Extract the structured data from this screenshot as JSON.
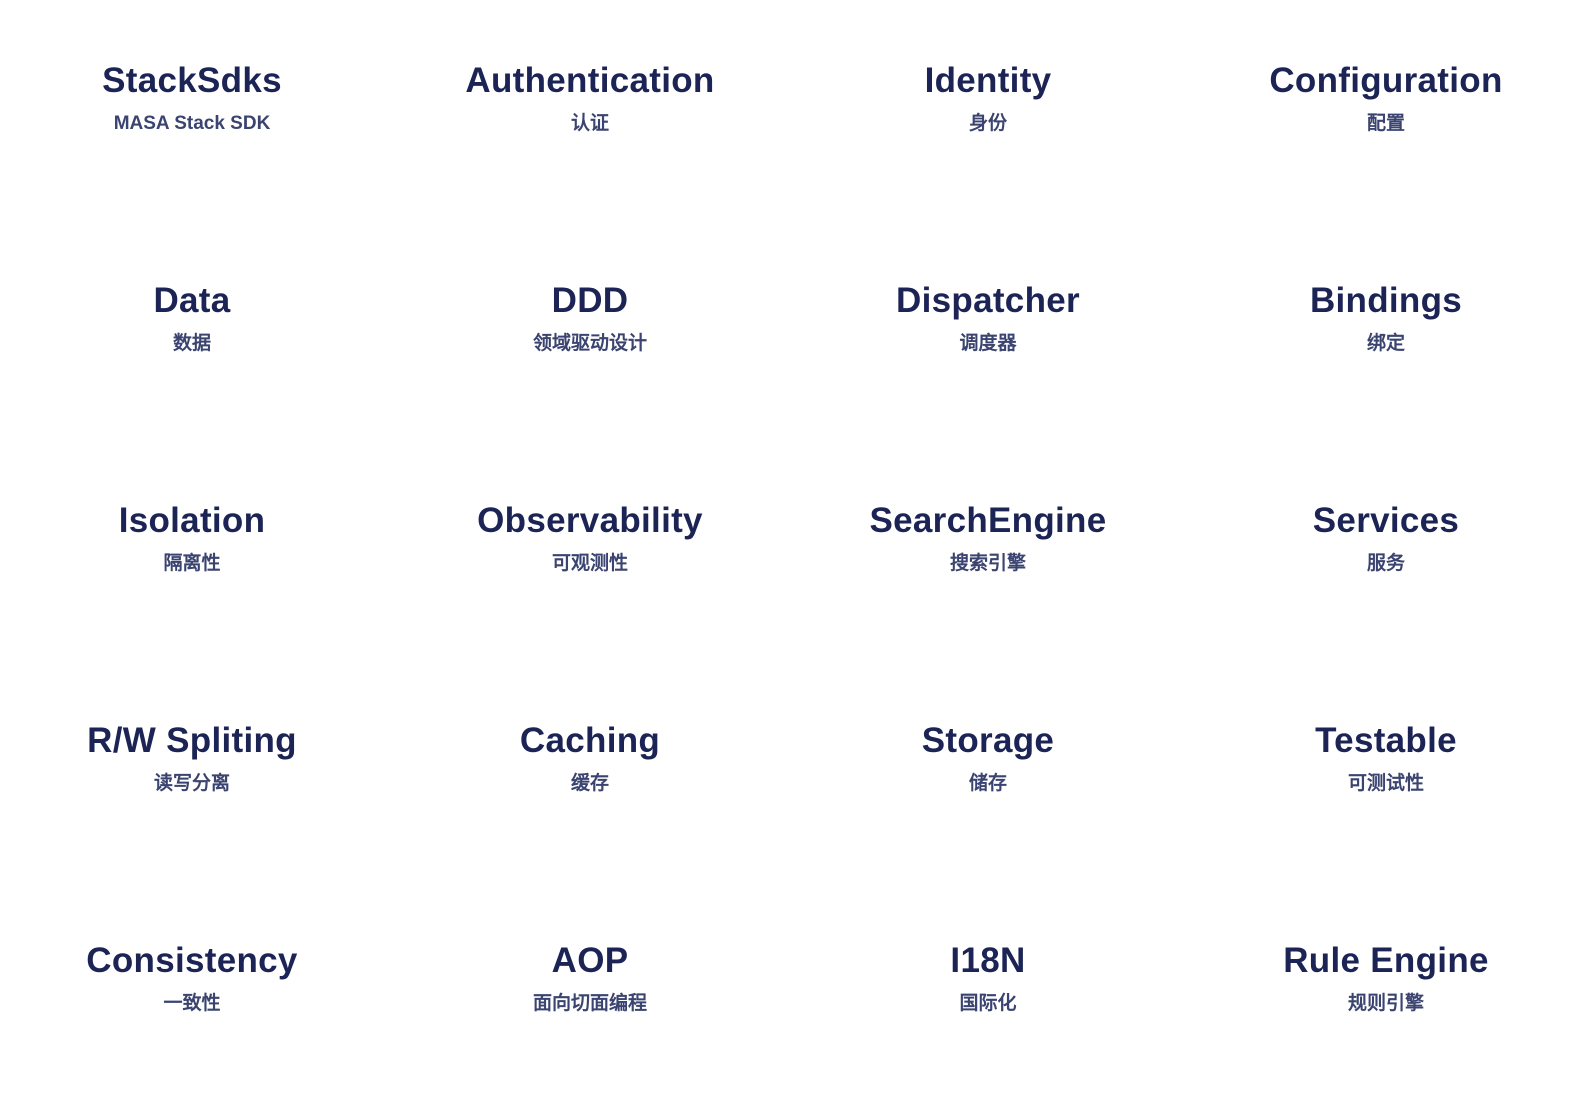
{
  "modules": [
    {
      "title": "StackSdks",
      "subtitle": "MASA Stack SDK"
    },
    {
      "title": "Authentication",
      "subtitle": "认证"
    },
    {
      "title": "Identity",
      "subtitle": "身份"
    },
    {
      "title": "Configuration",
      "subtitle": "配置"
    },
    {
      "title": "Data",
      "subtitle": "数据"
    },
    {
      "title": "DDD",
      "subtitle": "领域驱动设计"
    },
    {
      "title": "Dispatcher",
      "subtitle": "调度器"
    },
    {
      "title": "Bindings",
      "subtitle": "绑定"
    },
    {
      "title": "Isolation",
      "subtitle": "隔离性"
    },
    {
      "title": "Observability",
      "subtitle": "可观测性"
    },
    {
      "title": "SearchEngine",
      "subtitle": "搜索引擎"
    },
    {
      "title": "Services",
      "subtitle": "服务"
    },
    {
      "title": "R/W Spliting",
      "subtitle": "读写分离"
    },
    {
      "title": "Caching",
      "subtitle": "缓存"
    },
    {
      "title": "Storage",
      "subtitle": "储存"
    },
    {
      "title": "Testable",
      "subtitle": "可测试性"
    },
    {
      "title": "Consistency",
      "subtitle": "一致性"
    },
    {
      "title": "AOP",
      "subtitle": "面向切面编程"
    },
    {
      "title": "I18N",
      "subtitle": "国际化"
    },
    {
      "title": "Rule Engine",
      "subtitle": "规则引擎"
    }
  ],
  "colors": {
    "title": "#1b2454",
    "subtitle": "#3b4470",
    "background": "#ffffff"
  }
}
